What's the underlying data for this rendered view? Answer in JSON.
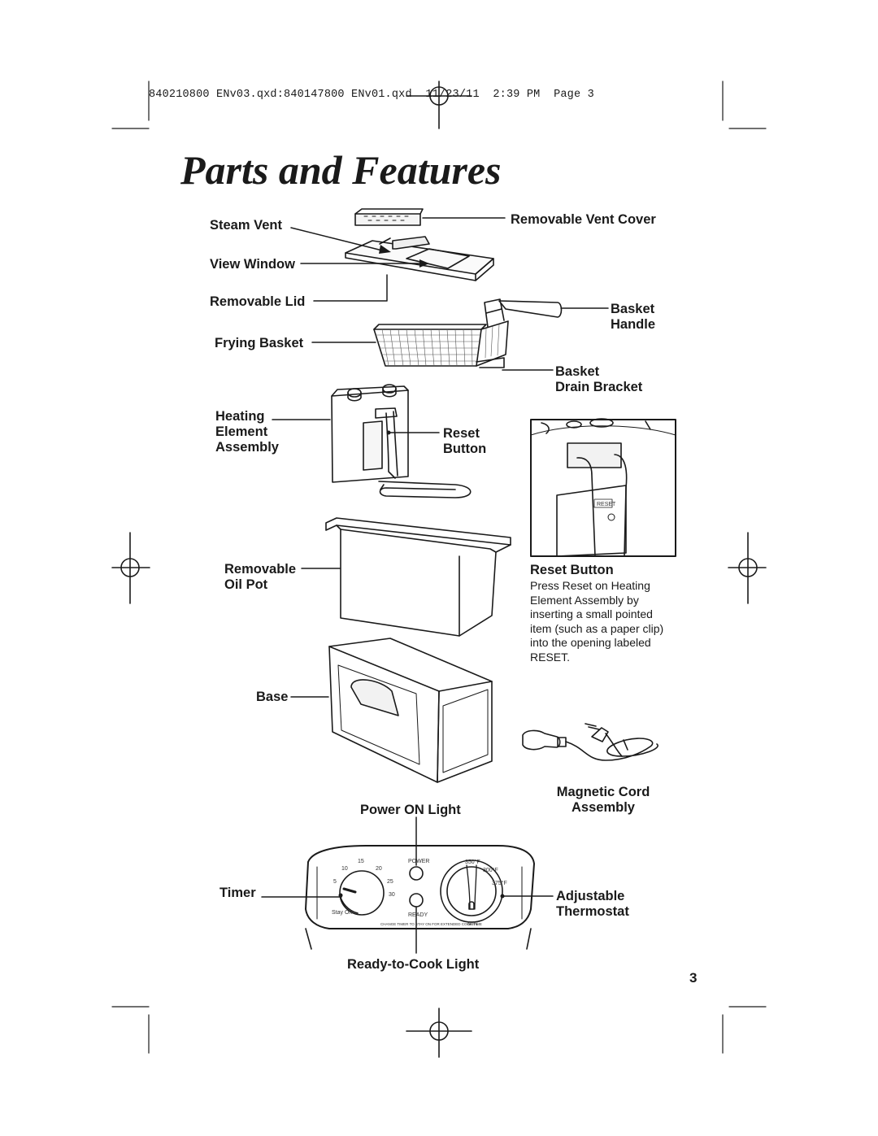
{
  "header": {
    "slug": "840210800 ENv03.qxd:840147800 ENv01.qxd  11/23/11  2:39 PM  Page 3"
  },
  "title": "Parts and Features",
  "labels": {
    "steam_vent": "Steam Vent",
    "view_window": "View Window",
    "removable_lid": "Removable Lid",
    "frying_basket": "Frying Basket",
    "heating_element_assembly": [
      "Heating",
      "Element",
      "Assembly"
    ],
    "removable_oil_pot": [
      "Removable",
      "Oil Pot"
    ],
    "base": "Base",
    "removable_vent_cover": "Removable Vent Cover",
    "basket_handle": [
      "Basket",
      "Handle"
    ],
    "basket_drain_bracket": [
      "Basket",
      "Drain Bracket"
    ],
    "reset_button": [
      "Reset",
      "Button"
    ],
    "magnetic_cord_assembly": [
      "Magnetic Cord",
      "Assembly"
    ],
    "power_on_light": "Power ON Light",
    "timer": "Timer",
    "adjustable_thermostat": [
      "Adjustable",
      "Thermostat"
    ],
    "ready_to_cook_light": "Ready-to-Cook Light"
  },
  "reset_note": {
    "heading": "Reset Button",
    "body": "Press Reset on Heating Element Assembly by inserting a small pointed item (such as a paper clip) into the opening labeled RESET.",
    "inset_label": "RESET"
  },
  "control_panel": {
    "timer_marks": [
      "15",
      "10",
      "20",
      "5",
      "25",
      "30",
      "Stay On"
    ],
    "power_label": "POWER",
    "ready_label": "READY",
    "thermostat_marks": [
      "MIN",
      "350°F",
      "300°F",
      "375°F"
    ],
    "timer_caption": "CHANGE TIMER TO STAY ON FOR EXTENDED COOK TIME"
  },
  "page_number": "3"
}
